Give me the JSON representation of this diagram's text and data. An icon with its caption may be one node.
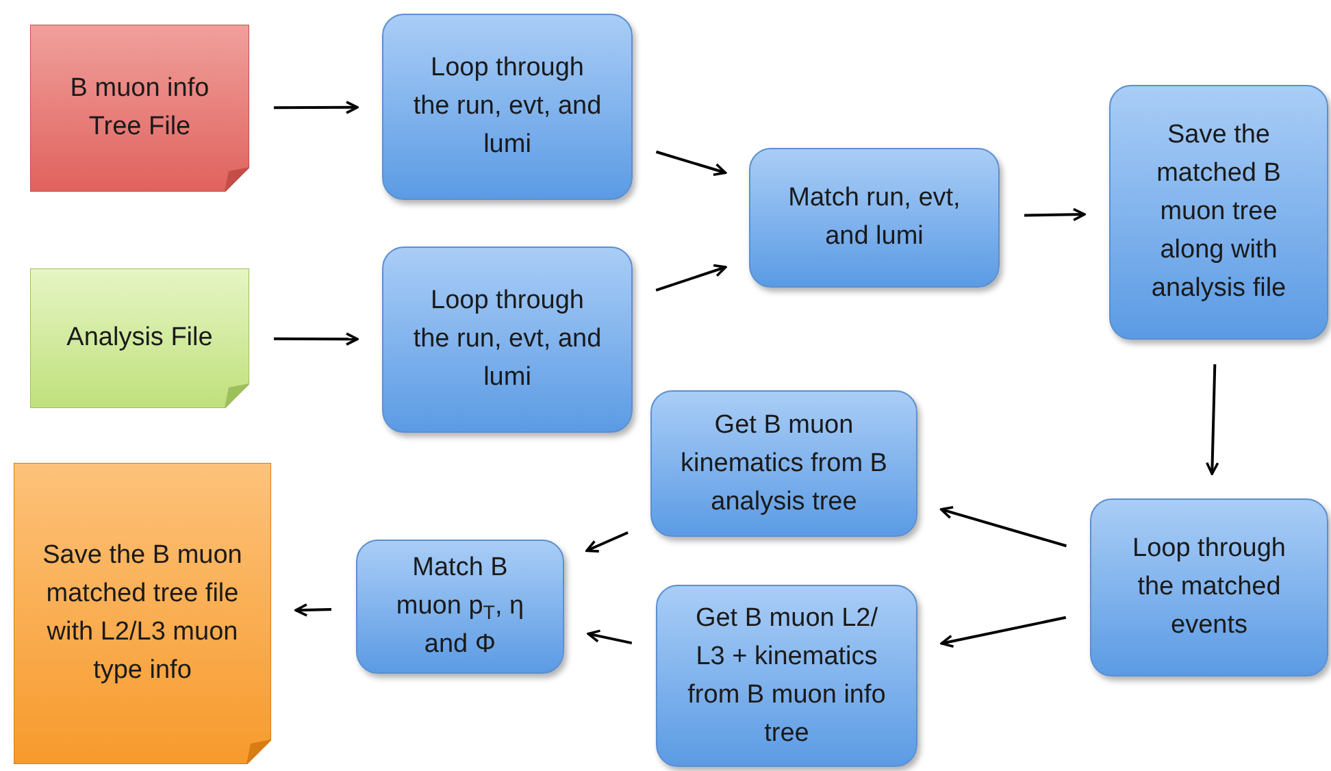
{
  "diagram": {
    "nodes": [
      {
        "text": [
          "B muon info Tree File"
        ]
      },
      {
        "text": [
          "Analysis File"
        ]
      },
      {
        "text": [
          "Loop through the run, evt, and lumi"
        ]
      },
      {
        "text": [
          "Loop through the run, evt, and lumi"
        ]
      },
      {
        "text": [
          "Match run, evt, and lumi"
        ]
      },
      {
        "text": [
          "Save the matched B muon tree along with analysis file"
        ]
      },
      {
        "text": [
          "Loop through the matched events"
        ]
      },
      {
        "text": [
          "Get B muon kinematics from B analysis tree"
        ]
      },
      {
        "text": [
          "Get B muon L2/ L3 + kinematics from B muon info tree"
        ]
      },
      {
        "text": [
          "Match B muon p$_{T}$, η and Φ"
        ]
      },
      {
        "text": [
          "Save the B muon matched tree file with L2/L3 muon type info"
        ]
      }
    ],
    "edges": [
      {
        "from": 0,
        "to": 2,
        "arrow": "to"
      },
      {
        "from": 1,
        "to": 3,
        "arrow": "to"
      },
      {
        "from": 2,
        "to": 4,
        "arrow": "to"
      },
      {
        "from": 3,
        "to": 4,
        "arrow": "to"
      },
      {
        "from": 4,
        "to": 5,
        "arrow": "to"
      },
      {
        "from": 5,
        "to": 6,
        "arrow": "to"
      },
      {
        "from": 6,
        "to": 7,
        "arrow": "to"
      },
      {
        "from": 6,
        "to": 8,
        "arrow": "to"
      },
      {
        "from": 7,
        "to": 9,
        "arrow": "to"
      },
      {
        "from": 8,
        "to": 9,
        "arrow": "to"
      },
      {
        "from": 9,
        "to": 10,
        "arrow": "to"
      }
    ]
  }
}
